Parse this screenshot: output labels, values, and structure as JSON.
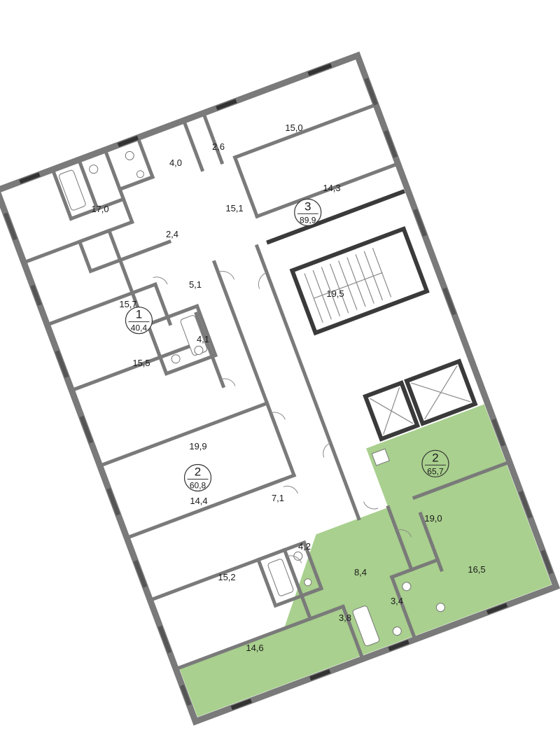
{
  "apartments": [
    {
      "number": "1",
      "total_area": "40,4"
    },
    {
      "number": "2",
      "total_area": "60,8"
    },
    {
      "number": "3",
      "total_area": "89,9"
    },
    {
      "number": "2",
      "total_area": "65,7",
      "highlighted": true
    }
  ],
  "room_areas": {
    "r17_0": "17,0",
    "r4_0": "4,0",
    "r2_6": "2,6",
    "r15_0": "15,0",
    "r15_1": "15,1",
    "r14_3": "14,3",
    "r2_4": "2,4",
    "r5_1": "5,1",
    "r15_7": "15,7",
    "r19_5": "19,5",
    "r4_1": "4,1",
    "r15_5": "15,5",
    "r19_9": "19,9",
    "r7_1": "7,1",
    "r14_4": "14,4",
    "r4_2": "4,2",
    "r15_2": "15,2",
    "r19_0": "19,0",
    "r16_5": "16,5",
    "r8_4": "8,4",
    "r3_8": "3,8",
    "r3_4": "3,4",
    "r14_6": "14,6"
  },
  "colors": {
    "highlight": "#a9d08e",
    "wall": "#7a7a7a",
    "core": "#3a3a3a"
  }
}
